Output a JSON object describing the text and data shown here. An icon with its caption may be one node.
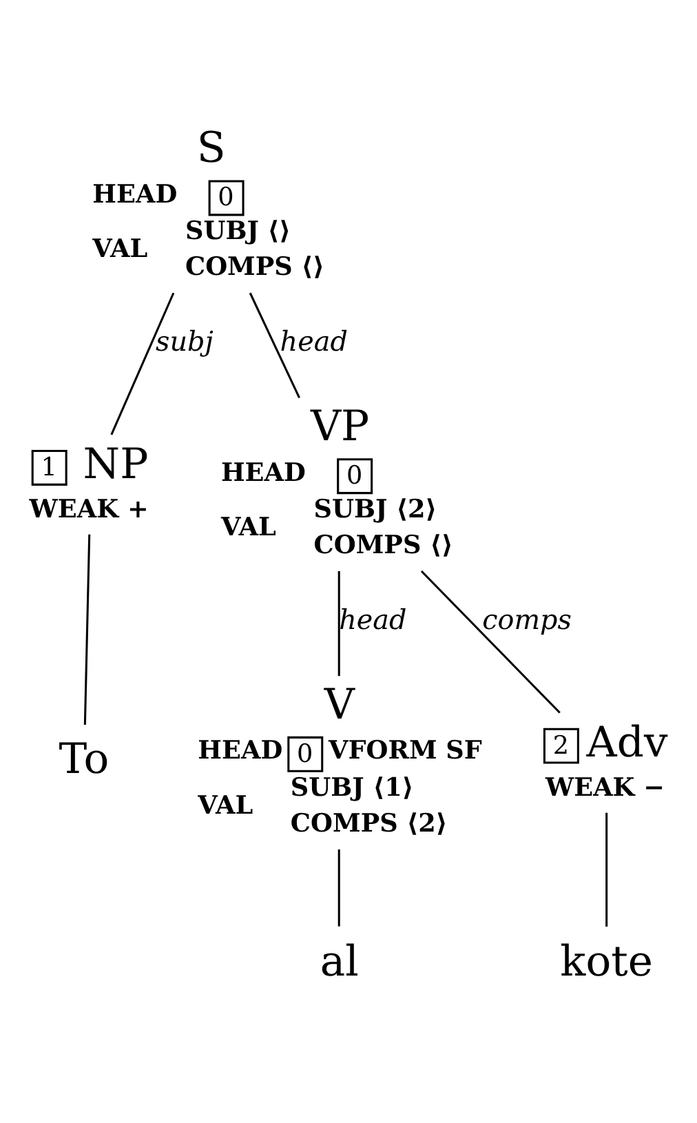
{
  "diagram": {
    "nodes": [
      {
        "text": [
          "S",
          "HEAD",
          "0",
          "VAL",
          "SUBJ ⟨⟩",
          "COMPS ⟨⟩"
        ]
      },
      {
        "text": [
          "1",
          "NP",
          "WEAK +"
        ]
      },
      {
        "text": [
          "VP",
          "HEAD",
          "0",
          "VAL",
          "SUBJ ⟨2⟩",
          "COMPS ⟨⟩"
        ]
      },
      {
        "text": [
          "To"
        ]
      },
      {
        "text": [
          "V",
          "HEAD",
          "0",
          "VFORM SF",
          "VAL",
          "SUBJ ⟨1⟩",
          "COMPS ⟨2⟩"
        ]
      },
      {
        "text": [
          "2",
          "Adv",
          "WEAK −"
        ]
      },
      {
        "text": [
          "al"
        ]
      },
      {
        "text": [
          "kote"
        ]
      }
    ],
    "edges": [
      {
        "from": 0,
        "to": 1,
        "arrow": "none",
        "label": "subj"
      },
      {
        "from": 0,
        "to": 2,
        "arrow": "none",
        "label": "head"
      },
      {
        "from": 1,
        "to": 3,
        "arrow": "none"
      },
      {
        "from": 2,
        "to": 4,
        "arrow": "none",
        "label": "head"
      },
      {
        "from": 2,
        "to": 5,
        "arrow": "none",
        "label": "comps"
      },
      {
        "from": 4,
        "to": 6,
        "arrow": "none"
      },
      {
        "from": 5,
        "to": 7,
        "arrow": "none"
      }
    ]
  }
}
